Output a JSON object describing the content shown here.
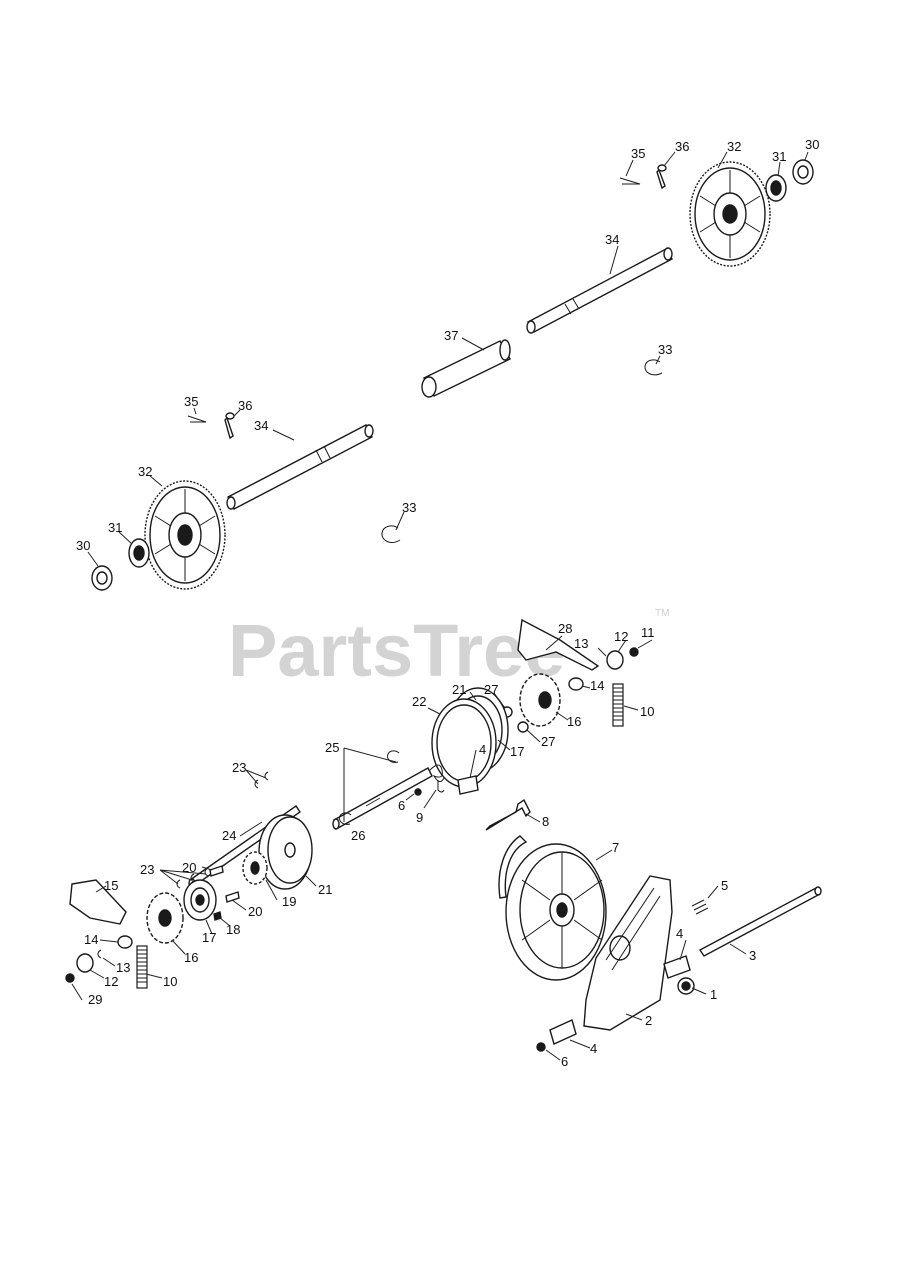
{
  "watermark": {
    "text": "PartsTree",
    "tm": "TM"
  },
  "callouts": {
    "p1": "1",
    "p2": "2",
    "p3": "3",
    "p4a": "4",
    "p4b": "4",
    "p4c": "4",
    "p5": "5",
    "p6a": "6",
    "p6b": "6",
    "p7": "7",
    "p8": "8",
    "p9": "9",
    "p10a": "10",
    "p10b": "10",
    "p11": "11",
    "p12a": "12",
    "p12b": "12",
    "p13a": "13",
    "p13b": "13",
    "p14a": "14",
    "p14b": "14",
    "p15": "15",
    "p16a": "16",
    "p16b": "16",
    "p17a": "17",
    "p17b": "17",
    "p18": "18",
    "p19": "19",
    "p20a": "20",
    "p20b": "20",
    "p21a": "21",
    "p21b": "21",
    "p22": "22",
    "p23a": "23",
    "p23b": "23",
    "p24": "24",
    "p25": "25",
    "p26": "26",
    "p27a": "27",
    "p27b": "27",
    "p28": "28",
    "p29": "29",
    "p30a": "30",
    "p30b": "30",
    "p31a": "31",
    "p31b": "31",
    "p32a": "32",
    "p32b": "32",
    "p33a": "33",
    "p33b": "33",
    "p34a": "34",
    "p34b": "34",
    "p35a": "35",
    "p35b": "35",
    "p36a": "36",
    "p36b": "36",
    "p37": "37"
  }
}
